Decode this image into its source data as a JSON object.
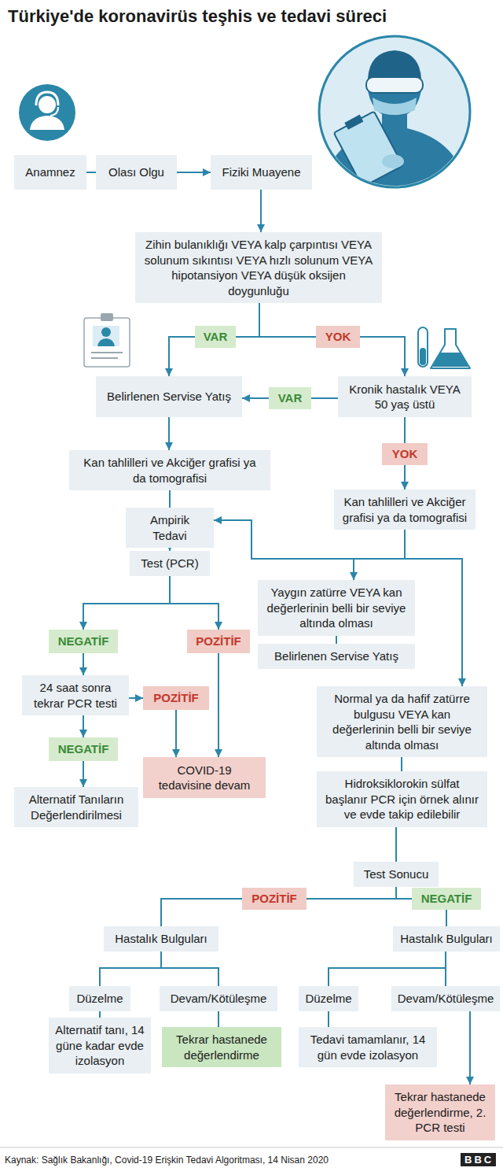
{
  "diagram": {
    "title": "Türkiye'de koronavirüs teşhis ve tedavi süreci",
    "caption": "Kaynak: Sağlık Bakanlığı, Covid-19 Erişkin Tedavi Algoritması, 14 Nisan 2020",
    "nodes": [
      {
        "text": [
          "Anamnez"
        ]
      },
      {
        "text": [
          "Olası Olgu"
        ]
      },
      {
        "text": [
          "Fiziki Muayene"
        ]
      },
      {
        "text": [
          "Zihin bulanıklığı VEYA kalp çarpıntısı VEYA solunum sıkıntısı VEYA hızlı solunum VEYA hipotansiyon VEYA düşük oksijen doygunluğu"
        ]
      },
      {
        "text": [
          "VAR"
        ]
      },
      {
        "text": [
          "YOK"
        ]
      },
      {
        "text": [
          "Belirlenen Servise Yatış"
        ]
      },
      {
        "text": [
          "VAR"
        ]
      },
      {
        "text": [
          "Kronik hastalık VEYA 50 yaş üstü"
        ]
      },
      {
        "text": [
          "YOK"
        ]
      },
      {
        "text": [
          "Kan tahlilleri ve Akciğer grafisi ya da tomografisi"
        ]
      },
      {
        "text": [
          "Kan tahlilleri ve Akciğer grafisi ya da tomografisi"
        ]
      },
      {
        "text": [
          "Ampirik Tedavi"
        ]
      },
      {
        "text": [
          "Test (PCR)"
        ]
      },
      {
        "text": [
          "Yaygın zatürre VEYA kan değerlerinin belli bir seviye altında olması"
        ]
      },
      {
        "text": [
          "Belirlenen Servise Yatış"
        ]
      },
      {
        "text": [
          "NEGATİF"
        ]
      },
      {
        "text": [
          "POZİTİF"
        ]
      },
      {
        "text": [
          "24 saat sonra tekrar PCR testi"
        ]
      },
      {
        "text": [
          "POZİTİF"
        ]
      },
      {
        "text": [
          "NEGATİF"
        ]
      },
      {
        "text": [
          "COVID-19 tedavisine devam"
        ]
      },
      {
        "text": [
          "Alternatif Tanıların Değerlendirilmesi"
        ]
      },
      {
        "text": [
          "Normal ya da hafif zatürre bulgusu VEYA kan değerlerinin belli bir seviye altında olması"
        ]
      },
      {
        "text": [
          "Hidroksiklorokin sülfat başlanır PCR için örnek alınır ve evde takip edilebilir"
        ]
      },
      {
        "text": [
          "Test Sonucu"
        ]
      },
      {
        "text": [
          "POZİTİF"
        ]
      },
      {
        "text": [
          "NEGATİF"
        ]
      },
      {
        "text": [
          "Hastalık Bulguları"
        ]
      },
      {
        "text": [
          "Hastalık Bulguları"
        ]
      },
      {
        "text": [
          "Düzelme"
        ]
      },
      {
        "text": [
          "Devam/Kötüleşme"
        ]
      },
      {
        "text": [
          "Düzelme"
        ]
      },
      {
        "text": [
          "Devam/Kötüleşme"
        ]
      },
      {
        "text": [
          "Alternatif tanı, 14 güne kadar evde izolasyon"
        ]
      },
      {
        "text": [
          "Tekrar hastanede değerlendirme"
        ]
      },
      {
        "text": [
          "Tedavi tamamlanır, 14 gün evde izolasyon"
        ]
      },
      {
        "text": [
          "Tekrar hastanede değerlendirme, 2. PCR testi"
        ]
      }
    ],
    "edges": [
      {
        "from": 0,
        "to": 1,
        "arrow": "none"
      },
      {
        "from": 1,
        "to": 2,
        "arrow": "to"
      },
      {
        "from": 2,
        "to": 3,
        "arrow": "to"
      },
      {
        "from": 3,
        "to": 4,
        "arrow": "none"
      },
      {
        "from": 4,
        "to": 6,
        "arrow": "to"
      },
      {
        "from": 3,
        "to": 5,
        "arrow": "none"
      },
      {
        "from": 5,
        "to": 8,
        "arrow": "to"
      },
      {
        "from": 8,
        "to": 7,
        "arrow": "none"
      },
      {
        "from": 7,
        "to": 6,
        "arrow": "to"
      },
      {
        "from": 6,
        "to": 10,
        "arrow": "to"
      },
      {
        "from": 8,
        "to": 9,
        "arrow": "none"
      },
      {
        "from": 9,
        "to": 11,
        "arrow": "to"
      },
      {
        "from": 10,
        "to": 12,
        "arrow": "none"
      },
      {
        "from": 12,
        "to": 13,
        "arrow": "to"
      },
      {
        "from": 11,
        "to": 12,
        "arrow": "to"
      },
      {
        "from": 11,
        "to": 14,
        "arrow": "to"
      },
      {
        "from": 11,
        "to": 23,
        "arrow": "to"
      },
      {
        "from": 14,
        "to": 15,
        "arrow": "none"
      },
      {
        "from": 13,
        "to": 16,
        "arrow": "to"
      },
      {
        "from": 16,
        "to": 18,
        "arrow": "to"
      },
      {
        "from": 13,
        "to": 17,
        "arrow": "to"
      },
      {
        "from": 17,
        "to": 21,
        "arrow": "to"
      },
      {
        "from": 18,
        "to": 19,
        "arrow": "to"
      },
      {
        "from": 19,
        "to": 21,
        "arrow": "to"
      },
      {
        "from": 18,
        "to": 20,
        "arrow": "to"
      },
      {
        "from": 20,
        "to": 22,
        "arrow": "to"
      },
      {
        "from": 23,
        "to": 24,
        "arrow": "none"
      },
      {
        "from": 24,
        "to": 25,
        "arrow": "none"
      },
      {
        "from": 25,
        "to": 26,
        "arrow": "none"
      },
      {
        "from": 26,
        "to": 28,
        "arrow": "none"
      },
      {
        "from": 25,
        "to": 27,
        "arrow": "none"
      },
      {
        "from": 27,
        "to": 29,
        "arrow": "none"
      },
      {
        "from": 28,
        "to": 30,
        "arrow": "none"
      },
      {
        "from": 28,
        "to": 31,
        "arrow": "none"
      },
      {
        "from": 29,
        "to": 32,
        "arrow": "none"
      },
      {
        "from": 29,
        "to": 33,
        "arrow": "none"
      },
      {
        "from": 30,
        "to": 34,
        "arrow": "none"
      },
      {
        "from": 31,
        "to": 35,
        "arrow": "none"
      },
      {
        "from": 32,
        "to": 36,
        "arrow": "none"
      },
      {
        "from": 33,
        "to": 37,
        "arrow": "to"
      }
    ],
    "labels": [
      "BBC"
    ]
  }
}
